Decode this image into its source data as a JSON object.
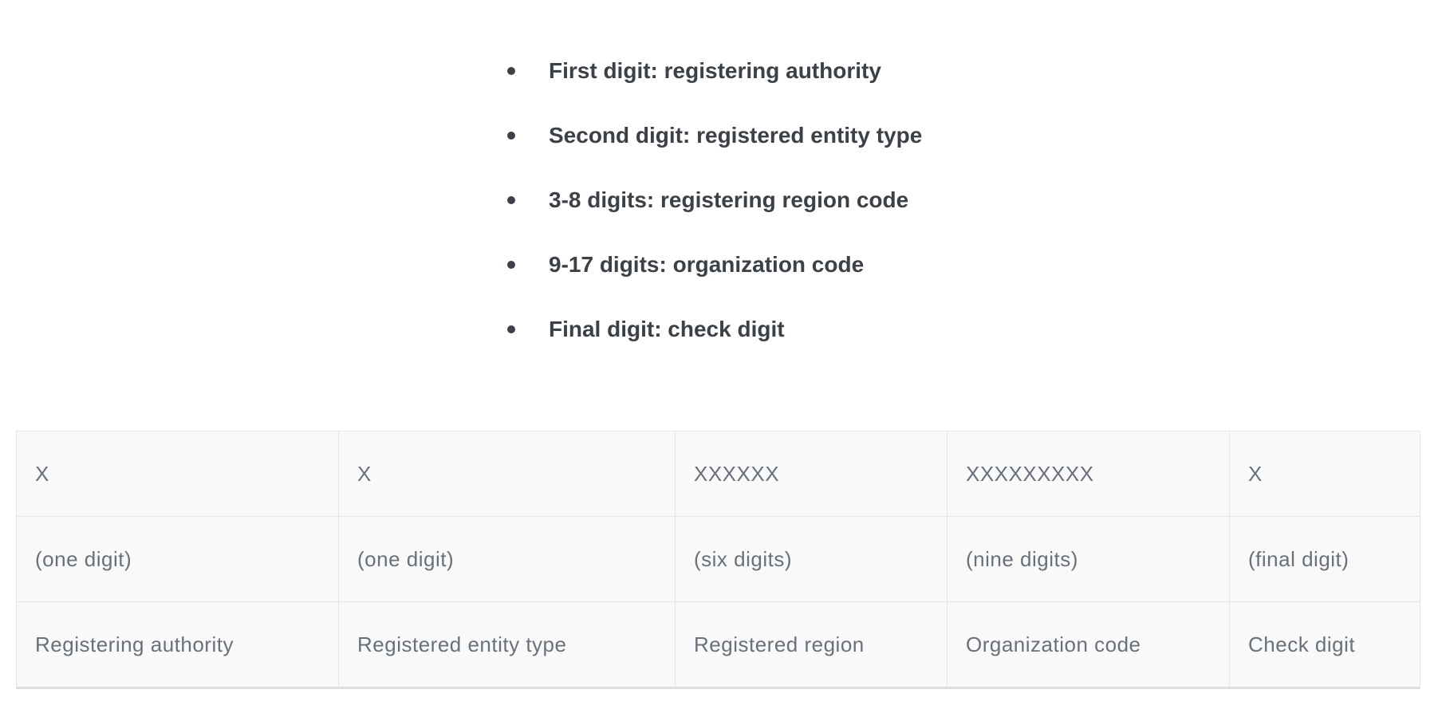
{
  "page": {
    "background": "#ffffff"
  },
  "colors": {
    "list_text": "#3b4147",
    "table_text": "#68717a",
    "table_cell_bg": "#f9f9f9",
    "table_border": "#e6e6e6"
  },
  "bullet_list": {
    "items": [
      "First digit: registering authority",
      "Second digit: registered entity type",
      "3-8 digits: registering region code",
      "9-17 digits: organization code",
      "Final digit: check digit"
    ]
  },
  "table": {
    "rows": [
      {
        "cells": [
          "X",
          "X",
          "XXXXXX",
          "XXXXXXXXX",
          "X"
        ]
      },
      {
        "cells": [
          "(one digit)",
          "(one digit)",
          "(six digits)",
          "(nine digits)",
          "(final digit)"
        ]
      },
      {
        "cells": [
          "Registering authority",
          "Registered entity type",
          "Registered region",
          "Organization code",
          "Check digit"
        ]
      }
    ]
  }
}
